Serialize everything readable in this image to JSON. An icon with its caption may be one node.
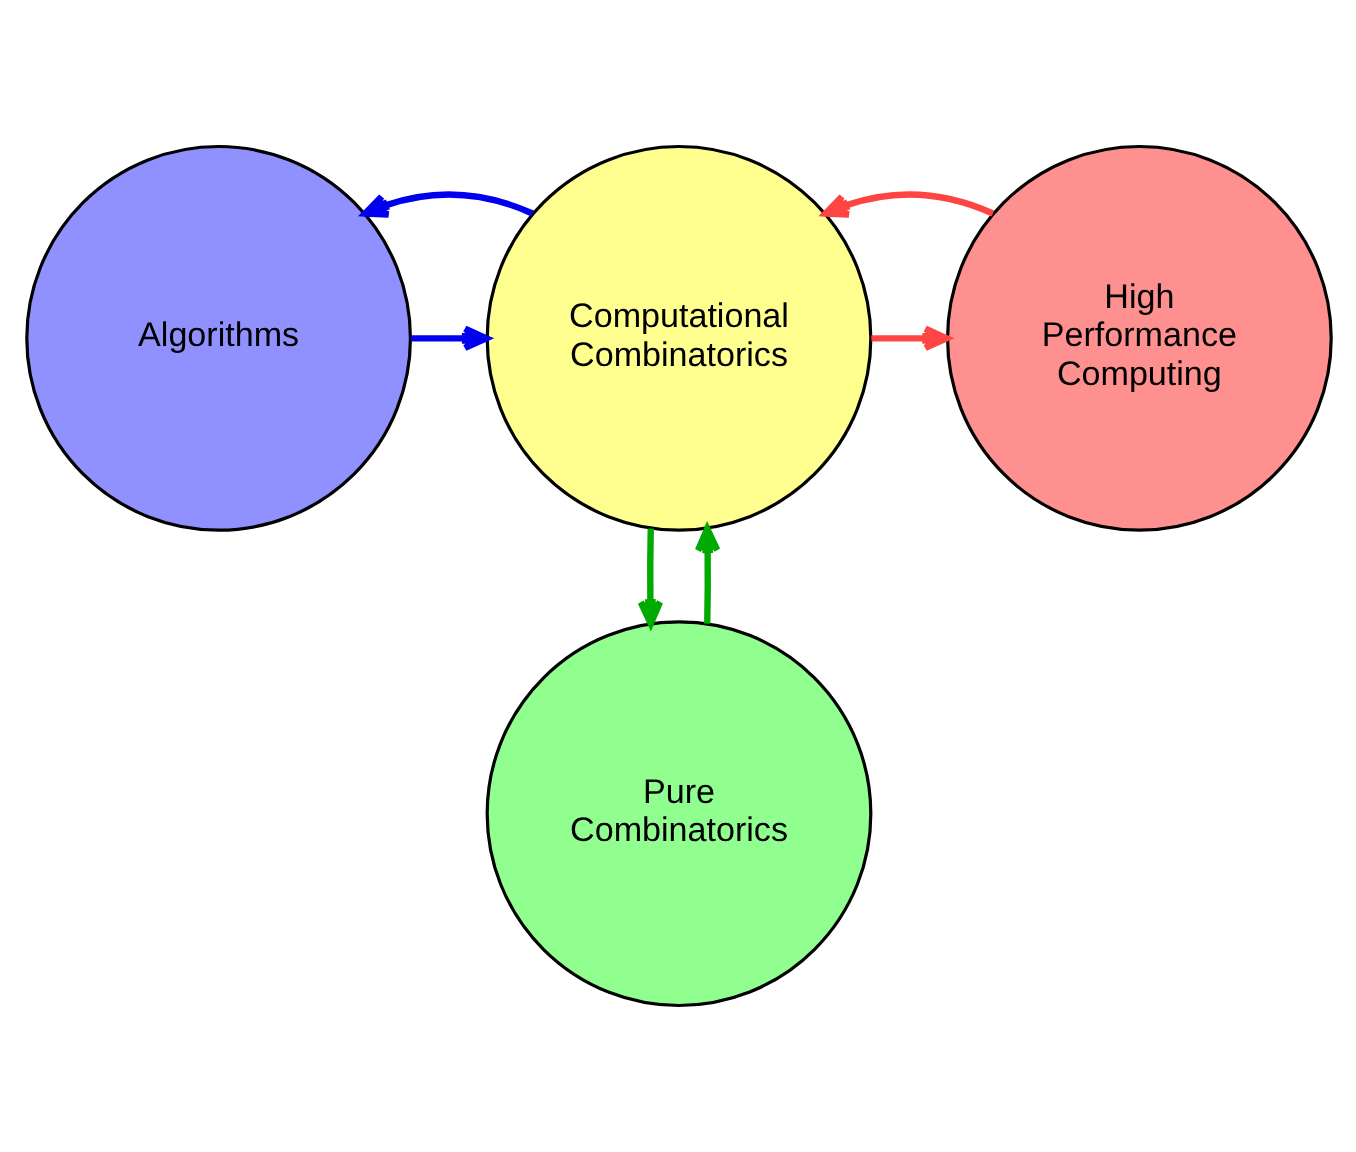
{
  "diagram": {
    "nodes": [
      {
        "text": [
          "Algorithms"
        ]
      },
      {
        "text": [
          "High Performance Computing"
        ]
      },
      {
        "text": [
          "Computational Combinatorics"
        ]
      },
      {
        "text": [
          "Pure Combinatorics"
        ]
      }
    ],
    "edges": [
      {
        "from": 0,
        "to": 2,
        "arrow": "to",
        "color": "#0000ee"
      },
      {
        "from": 2,
        "to": 0,
        "arrow": "to",
        "color": "#0000ee"
      },
      {
        "from": 2,
        "to": 1,
        "arrow": "to",
        "color": "#ff4444"
      },
      {
        "from": 1,
        "to": 2,
        "arrow": "to",
        "color": "#ff4444"
      },
      {
        "from": 3,
        "to": 2,
        "arrow": "to",
        "color": "#00aa00"
      },
      {
        "from": 2,
        "to": 3,
        "arrow": "to",
        "color": "#00aa00"
      }
    ]
  }
}
